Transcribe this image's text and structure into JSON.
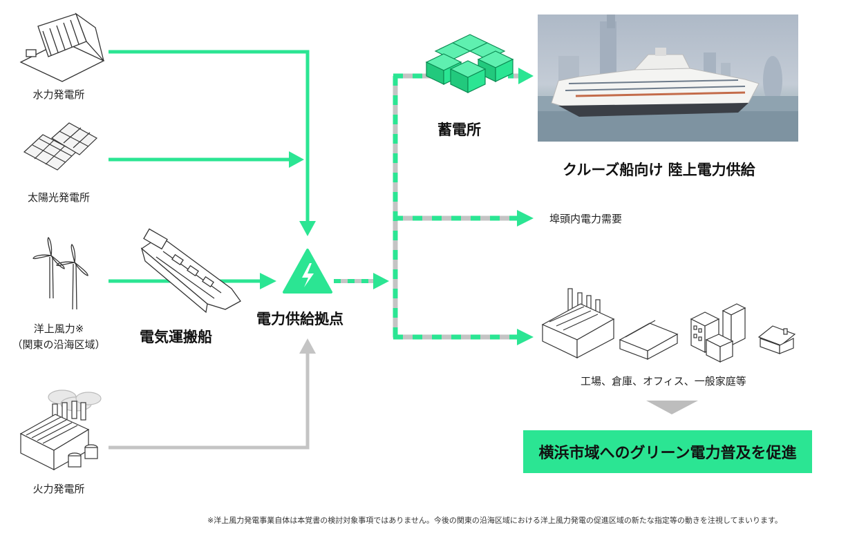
{
  "sources": {
    "hydro": "水力発電所",
    "solar": "太陽光発電所",
    "wind_line1": "洋上風力※",
    "wind_line2": "（関東の沿海区域）",
    "thermal": "火力発電所"
  },
  "carrier_ship": "電気運搬船",
  "hub": "電力供給拠点",
  "storage": "蓄電所",
  "destinations": {
    "cruise": "クルーズ船向け 陸上電力供給",
    "wharf": "埠頭内電力需要",
    "facilities": "工場、倉庫、オフィス、一般家庭等"
  },
  "goal": "横浜市域へのグリーン電力普及を促進",
  "footnote": "※洋上風力発電事業自体は本覚書の検討対象事項ではありません。今後の関東の沿海区域における洋上風力発電の促進区域の新たな指定等の動きを注視してまいります。",
  "colors": {
    "green": "#2be593",
    "gray": "#c4c4c4",
    "dark": "#111111"
  },
  "icons": [
    "hydro-dam-icon",
    "solar-panel-icon",
    "wind-turbine-icon",
    "thermal-plant-icon",
    "electric-carrier-ship-icon",
    "lightning-triangle-icon",
    "battery-storage-icon",
    "cruise-ship-photo",
    "factory-icon",
    "warehouse-icon",
    "office-building-icon",
    "house-icon"
  ]
}
